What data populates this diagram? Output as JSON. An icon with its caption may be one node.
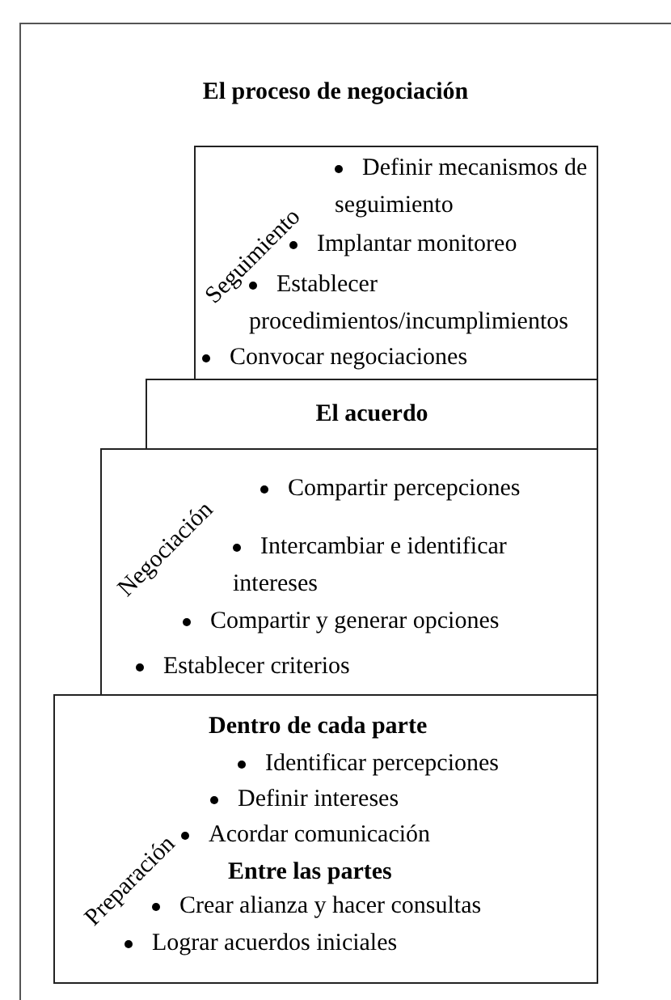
{
  "diagram": {
    "title": "El proceso de negociación",
    "nodes": [
      {
        "text": [
          "Seguimiento",
          "Definir mecanismos de seguimiento",
          "Implantar monitoreo",
          "Establecer procedimientos/incumplimientos",
          "Convocar negociaciones"
        ]
      },
      {
        "text": [
          "El acuerdo"
        ]
      },
      {
        "text": [
          "Negociación",
          "Compartir percepciones",
          "Intercambiar e identificar intereses",
          "Compartir y generar opciones",
          "Establecer criterios"
        ]
      },
      {
        "text": [
          "Preparación",
          "Dentro de cada parte",
          "Identificar percepciones",
          "Definir intereses",
          "Acordar comunicación",
          "Entre las partes",
          "Crear alianza y hacer consultas",
          "Lograr acuerdos iniciales"
        ]
      }
    ],
    "edges": []
  }
}
